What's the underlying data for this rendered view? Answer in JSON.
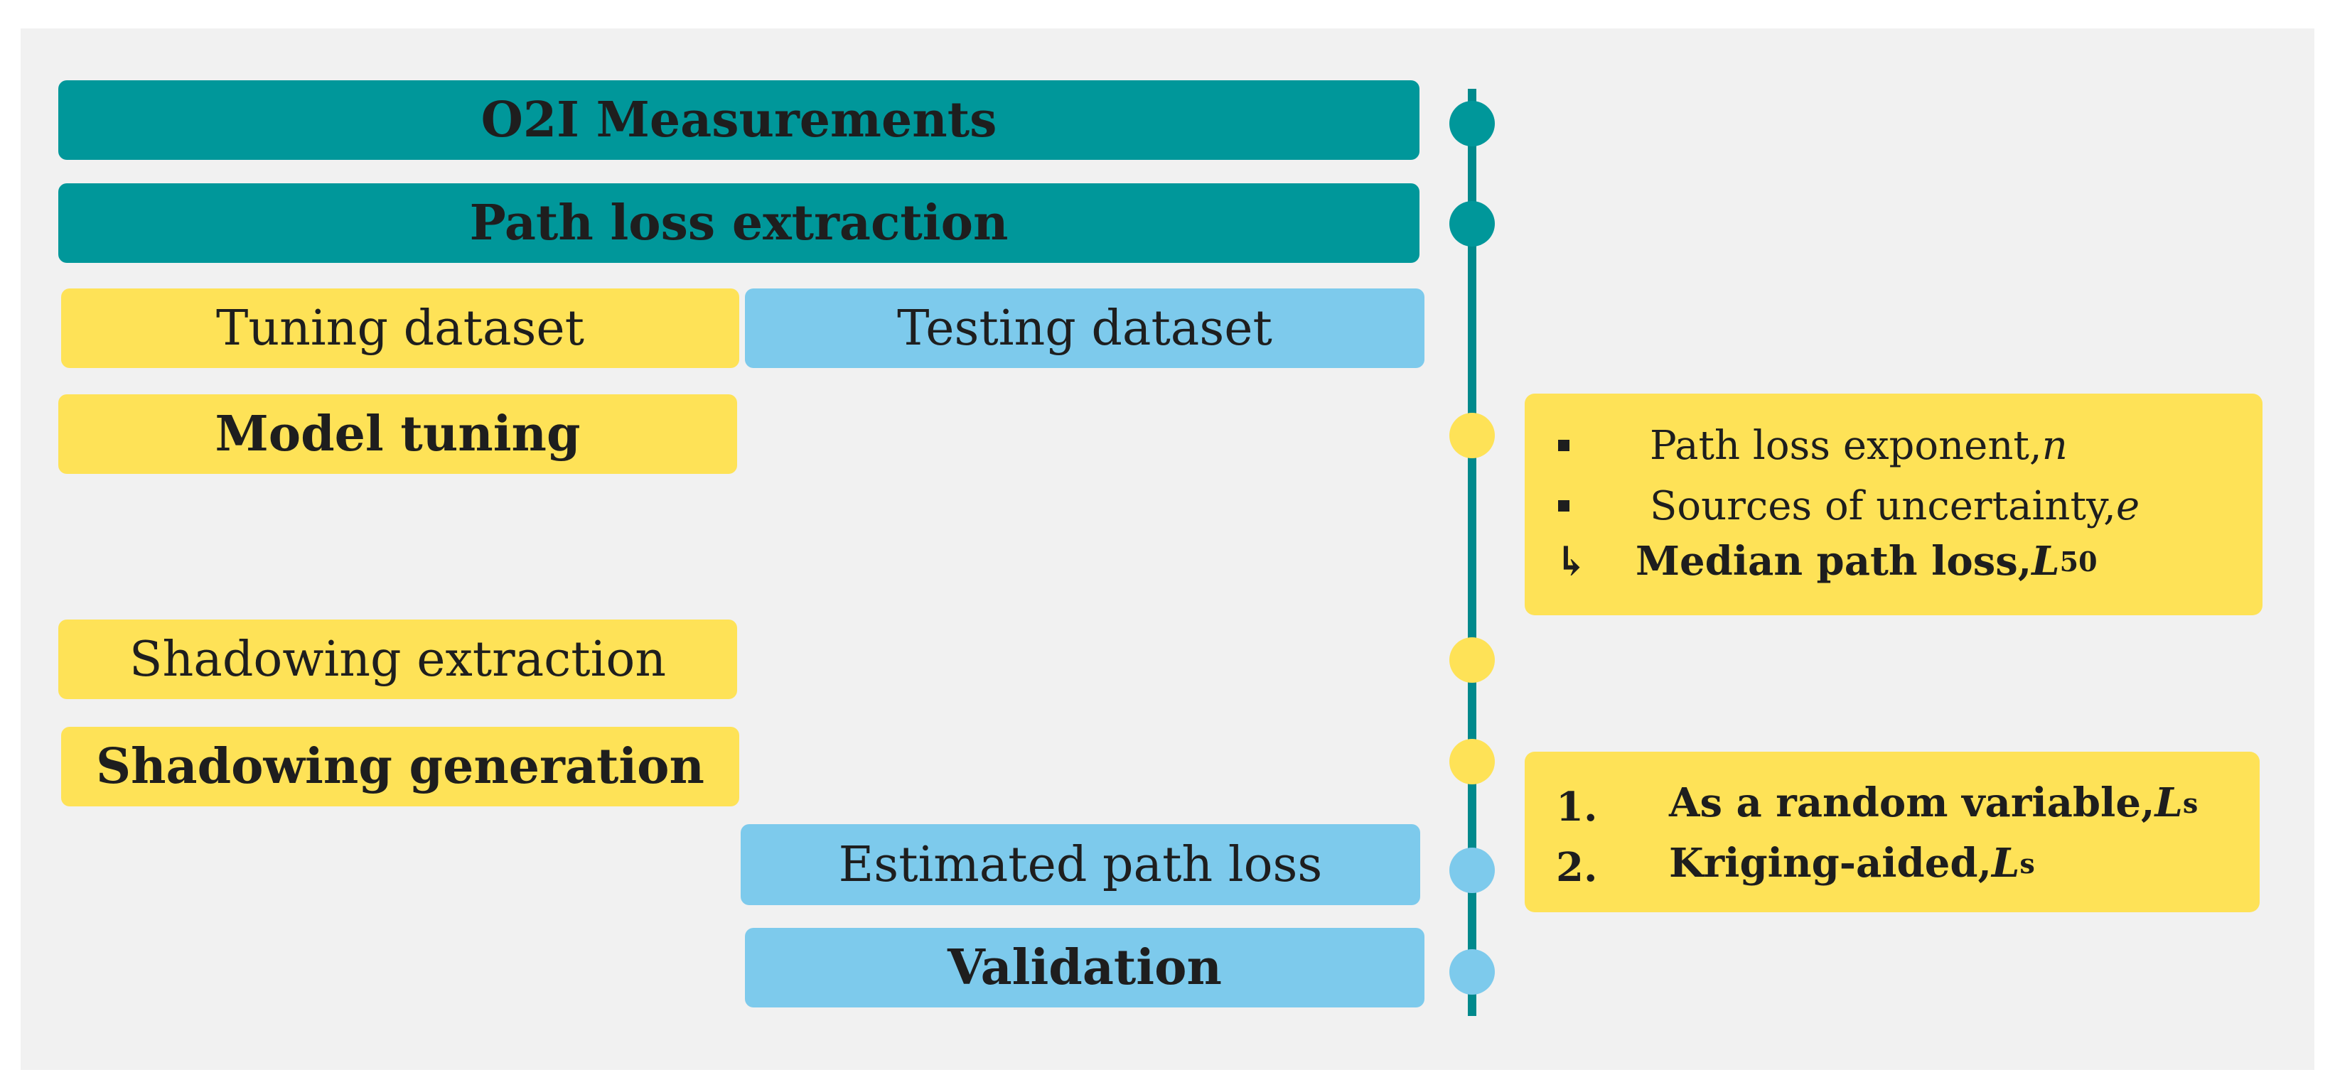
{
  "steps": {
    "o2i": "O2I Measurements",
    "extraction": "Path loss extraction",
    "tuning_dataset": "Tuning dataset",
    "testing_dataset": "Testing dataset",
    "model_tuning": "Model tuning",
    "shadowing_extraction": "Shadowing extraction",
    "shadowing_generation": "Shadowing generation",
    "estimated": "Estimated path loss",
    "validation": "Validation"
  },
  "tuning_note": {
    "item1": "Path loss exponent, ",
    "item1_var": "n",
    "item2": "Sources of uncertainty, ",
    "item2_var": "e",
    "arrow": "↳",
    "result": "Median path loss, ",
    "result_var": "L",
    "result_sub": "50"
  },
  "shadowing_note": {
    "num1": "1.",
    "item1": "As a random variable, ",
    "num2": "2.",
    "item2": "Kriging-aided, ",
    "var": "L",
    "sub": "s"
  },
  "colors": {
    "teal": "#00979a",
    "yellow": "#fee257",
    "blue": "#7dcaec",
    "panel": "#f1f1f1"
  }
}
